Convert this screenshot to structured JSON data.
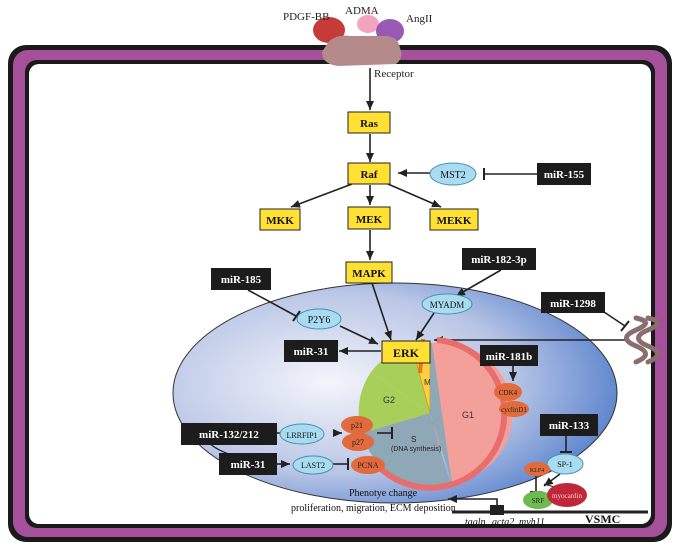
{
  "ligands": {
    "pdgf": "PDGF-BB",
    "adma": "ADMA",
    "angii": "AngII"
  },
  "receptor": "Receptor",
  "cascade": {
    "ras": "Ras",
    "raf": "Raf",
    "mkk": "MKK",
    "mek": "MEK",
    "mekk": "MEKK",
    "mapk": "MAPK",
    "erk": "ERK"
  },
  "proteins": {
    "mst2": "MST2",
    "p2y6": "P2Y6",
    "myadm": "MYADM",
    "lrrfip1": "LRRFIP1",
    "last2": "LAST2",
    "p21": "p21",
    "p27": "p27",
    "pcna": "PCNA",
    "cdk4": "CDK4",
    "cyclind1": "cyclinD1",
    "sp1": "SP-1",
    "klf4": "KLF4",
    "srf": "SRF",
    "myocardin": "myocardin"
  },
  "mirnas": {
    "mir155": "miR-155",
    "mir185": "miR-185",
    "mir1823p": "miR-182-3p",
    "mir1298": "miR-1298",
    "mir31a": "miR-31",
    "mir181b": "miR-181b",
    "mir132": "miR-132/212",
    "mir31b": "miR-31",
    "mir133": "miR-133"
  },
  "cell_cycle": {
    "g1": "G1",
    "g2": "G2",
    "m": "M",
    "s": "S",
    "s_sub": "(DNA synthesis)"
  },
  "phenotype": {
    "title": "Phenotye change",
    "effects": "proliferation, migration, ECM deposition"
  },
  "genes": {
    "tagln": "tagln",
    "acta2": "acta2",
    "myh11": "myh11"
  },
  "cell_label": "VSMC",
  "colors": {
    "membrane": "#a6509b",
    "membrane_edge": "#1a1a1a",
    "box_yellow": "#ffe033",
    "box_black": "#1c1c1c",
    "protein_blue": "#a9dcf0",
    "protein_orange": "#e26a3c",
    "pdgf": "#c73a3a",
    "adma": "#f3a5c0",
    "angii": "#9b59b6",
    "receptor": "#b58a8a",
    "g1": "#f4a09a",
    "g2": "#a9cf5b",
    "m": "#ffcf40",
    "s": "#8fa8b8",
    "srf": "#6dbb4f",
    "myocardin": "#c0283a"
  }
}
